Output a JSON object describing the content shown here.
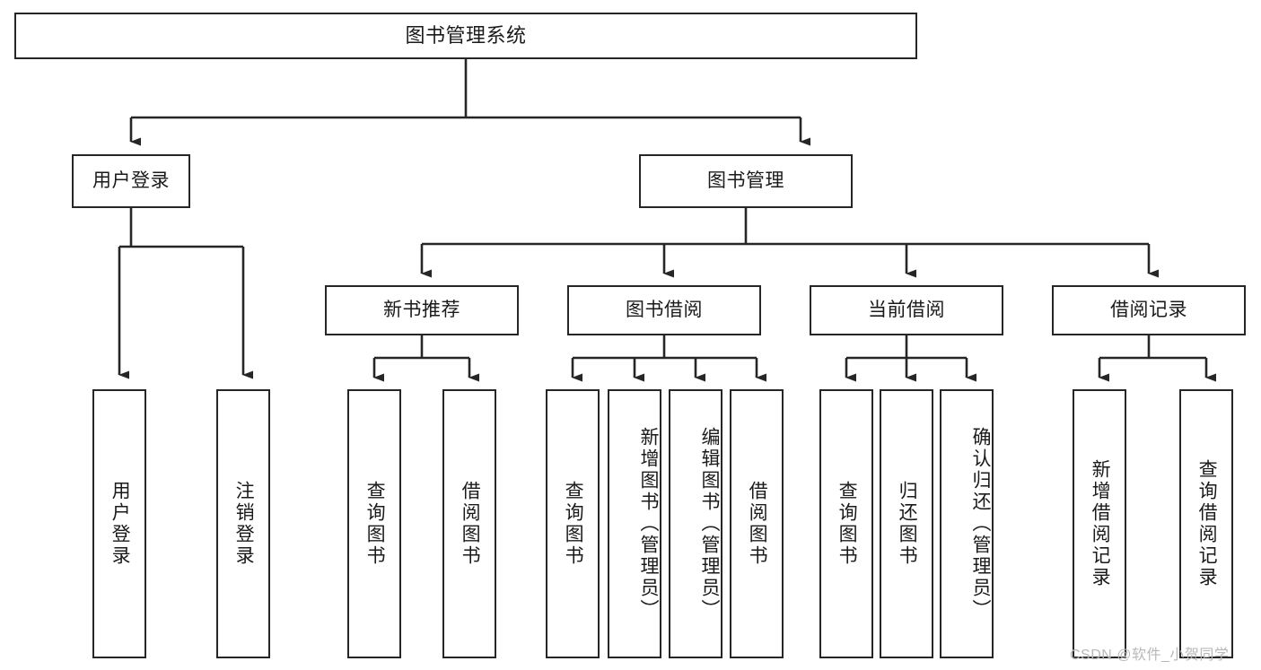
{
  "diagram": {
    "title": "图书管理系统",
    "type": "tree",
    "watermark": "CSDN @软件_小贺同学",
    "colors": {
      "stroke": "#262626",
      "fill": "#ffffff",
      "text": "#1a1a1a",
      "watermark": "#b8b8b8"
    },
    "levels": {
      "root": {
        "label": "图书管理系统"
      },
      "level2": [
        {
          "id": "user-login",
          "label": "用户登录"
        },
        {
          "id": "book-management",
          "label": "图书管理"
        }
      ],
      "level3": [
        {
          "id": "new-book-recommend",
          "label": "新书推荐",
          "parent": "book-management"
        },
        {
          "id": "book-borrow",
          "label": "图书借阅",
          "parent": "book-management"
        },
        {
          "id": "current-borrow",
          "label": "当前借阅",
          "parent": "book-management"
        },
        {
          "id": "borrow-record",
          "label": "借阅记录",
          "parent": "book-management"
        }
      ],
      "leaves": [
        {
          "id": "leaf-user-login",
          "label": "用户登录",
          "parent": "user-login"
        },
        {
          "id": "leaf-user-logout",
          "label": "注销登录",
          "parent": "user-login"
        },
        {
          "id": "leaf-query-book-1",
          "label": "查询图书",
          "parent": "new-book-recommend"
        },
        {
          "id": "leaf-borrow-book-1",
          "label": "借阅图书",
          "parent": "new-book-recommend"
        },
        {
          "id": "leaf-query-book-2",
          "label": "查询图书",
          "parent": "book-borrow"
        },
        {
          "id": "leaf-add-book",
          "label": "新增图书（管理员）",
          "parent": "book-borrow"
        },
        {
          "id": "leaf-edit-book",
          "label": "编辑图书（管理员）",
          "parent": "book-borrow"
        },
        {
          "id": "leaf-borrow-book-2",
          "label": "借阅图书",
          "parent": "book-borrow"
        },
        {
          "id": "leaf-query-book-3",
          "label": "查询图书",
          "parent": "current-borrow"
        },
        {
          "id": "leaf-return-book",
          "label": "归还图书",
          "parent": "current-borrow"
        },
        {
          "id": "leaf-confirm-return",
          "label": "确认归还（管理员）",
          "parent": "current-borrow"
        },
        {
          "id": "leaf-add-record",
          "label": "新增借阅记录",
          "parent": "borrow-record"
        },
        {
          "id": "leaf-query-record",
          "label": "查询借阅记录",
          "parent": "borrow-record"
        }
      ]
    }
  }
}
